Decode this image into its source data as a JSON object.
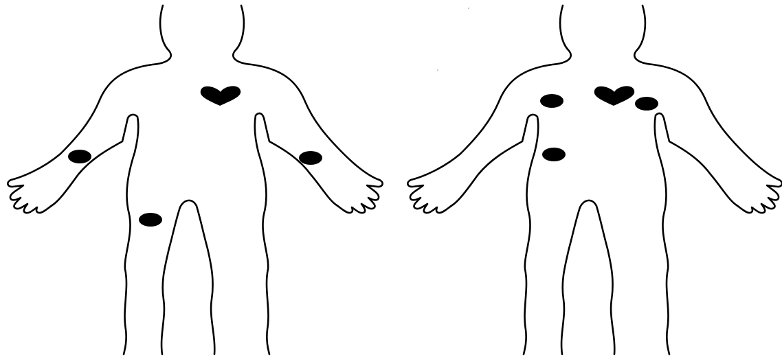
{
  "figures": [
    {
      "id": "left",
      "markers": [
        {
          "kind": "heart",
          "site": "chest"
        },
        {
          "kind": "dot",
          "site": "right-forearm"
        },
        {
          "kind": "dot",
          "site": "left-forearm"
        },
        {
          "kind": "dot",
          "site": "right-thigh"
        }
      ]
    },
    {
      "id": "right",
      "markers": [
        {
          "kind": "heart",
          "site": "chest"
        },
        {
          "kind": "dot",
          "site": "right-upper-chest"
        },
        {
          "kind": "dot",
          "site": "left-upper-chest"
        },
        {
          "kind": "dot",
          "site": "right-lower-chest"
        }
      ]
    }
  ],
  "colors": {
    "outline": "#000000",
    "marker": "#000000",
    "background": "#ffffff"
  }
}
